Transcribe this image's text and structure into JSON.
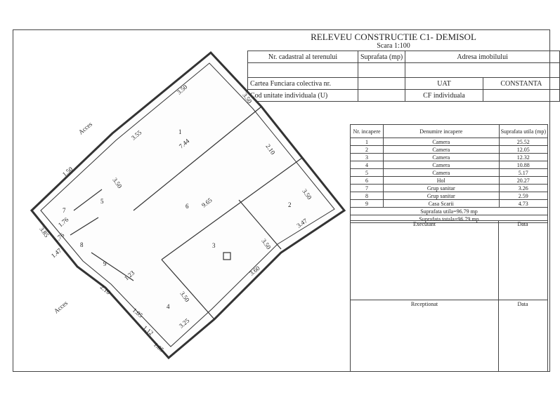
{
  "header": {
    "title": "RELEVEU CONSTRUCTIE C1- DEMISOL",
    "scale": "Scara 1:100"
  },
  "info_table": {
    "nr_cadastral": "Nr. cadastral al terenului",
    "suprafata": "Suprafata (mp)",
    "adresa": "Adresa imobilului",
    "carte_funciara": "Cartea Funciara colectiva nr.",
    "uat_label": "UAT",
    "uat_value": "CONSTANTA",
    "cod_unitate": "Cod unitate individuala (U)",
    "cf_individuala": "CF individuala"
  },
  "rooms_table": {
    "headers": [
      "Nr. incapere",
      "Denumire incapere",
      "Suprafata utila (mp)"
    ],
    "rows": [
      [
        "1",
        "Camera",
        "25.52"
      ],
      [
        "2",
        "Camera",
        "12.05"
      ],
      [
        "3",
        "Camera",
        "12.32"
      ],
      [
        "4",
        "Camera",
        "10.88"
      ],
      [
        "5",
        "Camera",
        "5.17"
      ],
      [
        "6",
        "Hol",
        "20.27"
      ],
      [
        "7",
        "Grup sanitar",
        "3.26"
      ],
      [
        "8",
        "Grup sanitar",
        "2.59"
      ],
      [
        "9",
        "Casa Scarii",
        "4.73"
      ]
    ],
    "suprafata_utila": "Suprafata utila=96.79 mp",
    "suprafata_totala": "Suprafata totala=96.79 mp",
    "executant": "Executant",
    "data1": "Data",
    "receptionat": "Receptionat",
    "data2": "Data"
  },
  "plan": {
    "access": [
      "Acces",
      "Acces"
    ],
    "room_numbers": [
      "1",
      "2",
      "3",
      "4",
      "5",
      "6",
      "7",
      "8",
      "9"
    ],
    "dimensions": [
      "3.50",
      "3.50",
      "3.55",
      "7.44",
      "2.10",
      "1.50",
      "3.50",
      "9.65",
      "3.50",
      "3.47",
      "3.85",
      "1.76",
      "1.76",
      "1.47",
      "3.50",
      "3.60",
      "2.10",
      "1.23",
      "3.50",
      "1.05",
      "1.12",
      "3.25",
      "1.05"
    ]
  }
}
